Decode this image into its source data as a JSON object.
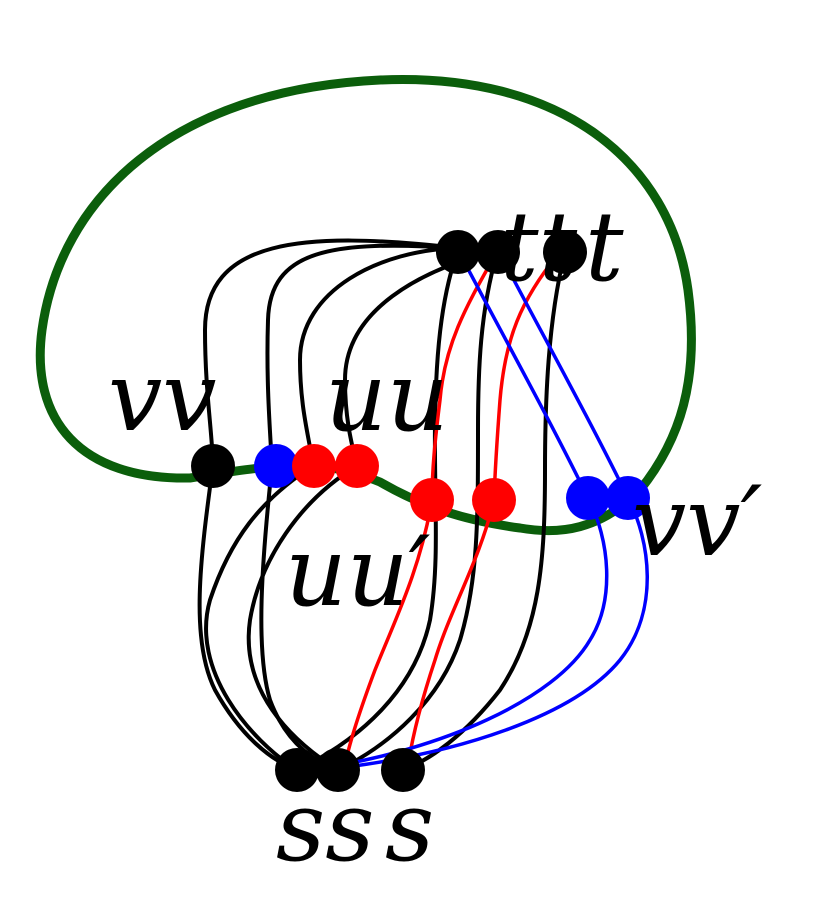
{
  "colors": {
    "cycle": "#0b5e0b",
    "black": "#000000",
    "red": "#ff0000",
    "blue": "#0000ff",
    "background": "#ffffff"
  },
  "labels": {
    "t_overlap": "tt",
    "t_single": "t",
    "v_overlap": "vv",
    "u_overlap": "uu",
    "u_prime_overlap": "uu′",
    "v_prime_overlap": "vv′",
    "s_overlap": "ss",
    "s_single": "s"
  }
}
